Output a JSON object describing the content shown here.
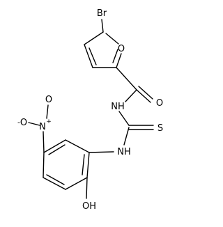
{
  "molecule": {
    "atom_labels": {
      "bromine": "Br",
      "ring_oxygen": "O",
      "carbonyl_oxygen": "O",
      "amide_nh": "NH",
      "thioamide_nh": "NH",
      "sulfur": "S",
      "hydroxyl": "OH",
      "nitro_nitrogen": "N",
      "nitro_n_charge": "+",
      "nitro_oxygen_top": "O",
      "nitro_oxygen_left": "O",
      "nitro_o_charge": "-"
    }
  }
}
